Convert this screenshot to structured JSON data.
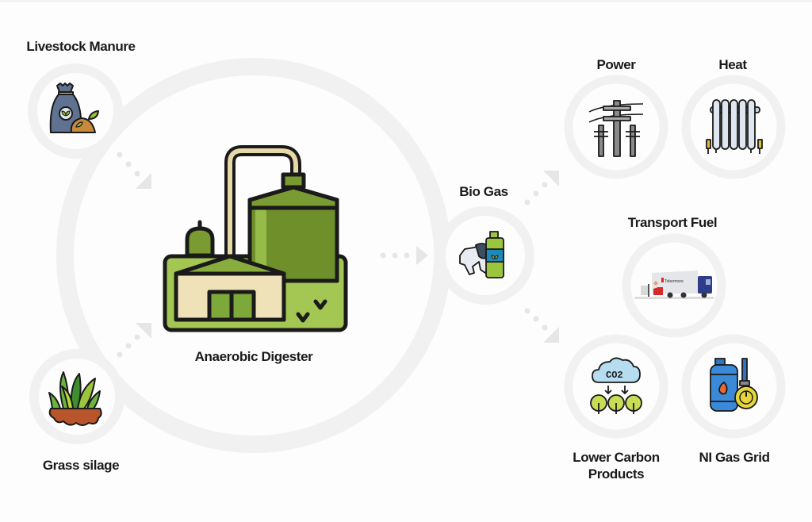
{
  "diagram": {
    "title": "Anaerobic digestion biogas flow",
    "inputs": [
      {
        "id": "livestock",
        "label": "Livestock Manure",
        "icon": "fertilizer-bag-icon"
      },
      {
        "id": "grass",
        "label": "Grass silage",
        "icon": "grass-icon"
      }
    ],
    "process": {
      "label": "Anaerobic Digester",
      "icon": "digester-plant-icon"
    },
    "intermediate": {
      "label": "Bio Gas",
      "icon": "cow-gas-cylinder-icon"
    },
    "outputs": [
      {
        "id": "power",
        "label": "Power",
        "icon": "power-lines-icon"
      },
      {
        "id": "heat",
        "label": "Heat",
        "icon": "radiator-icon"
      },
      {
        "id": "transport",
        "label": "Transport Fuel",
        "icon": "truck-icon",
        "truck_brand": "Tobermore"
      },
      {
        "id": "carbon",
        "label_line1": "Lower Carbon",
        "label_line2": "Products",
        "icon": "co2-trees-icon",
        "co2_text": "CO2"
      },
      {
        "id": "gasgrid",
        "label": "NI Gas Grid",
        "icon": "gas-meter-icon"
      }
    ],
    "edges": [
      {
        "from": "livestock",
        "to": "process"
      },
      {
        "from": "grass",
        "to": "process"
      },
      {
        "from": "process",
        "to": "intermediate"
      },
      {
        "from": "intermediate",
        "to": "power-heat"
      },
      {
        "from": "intermediate",
        "to": "carbon-gasgrid"
      }
    ],
    "colors": {
      "ring": "#f1f1f1",
      "arrow": "#e6e6e6",
      "green_light": "#9bc53d",
      "green_dark": "#6e8f2a",
      "cream": "#efe2b8",
      "outline": "#1a1a1a"
    }
  }
}
